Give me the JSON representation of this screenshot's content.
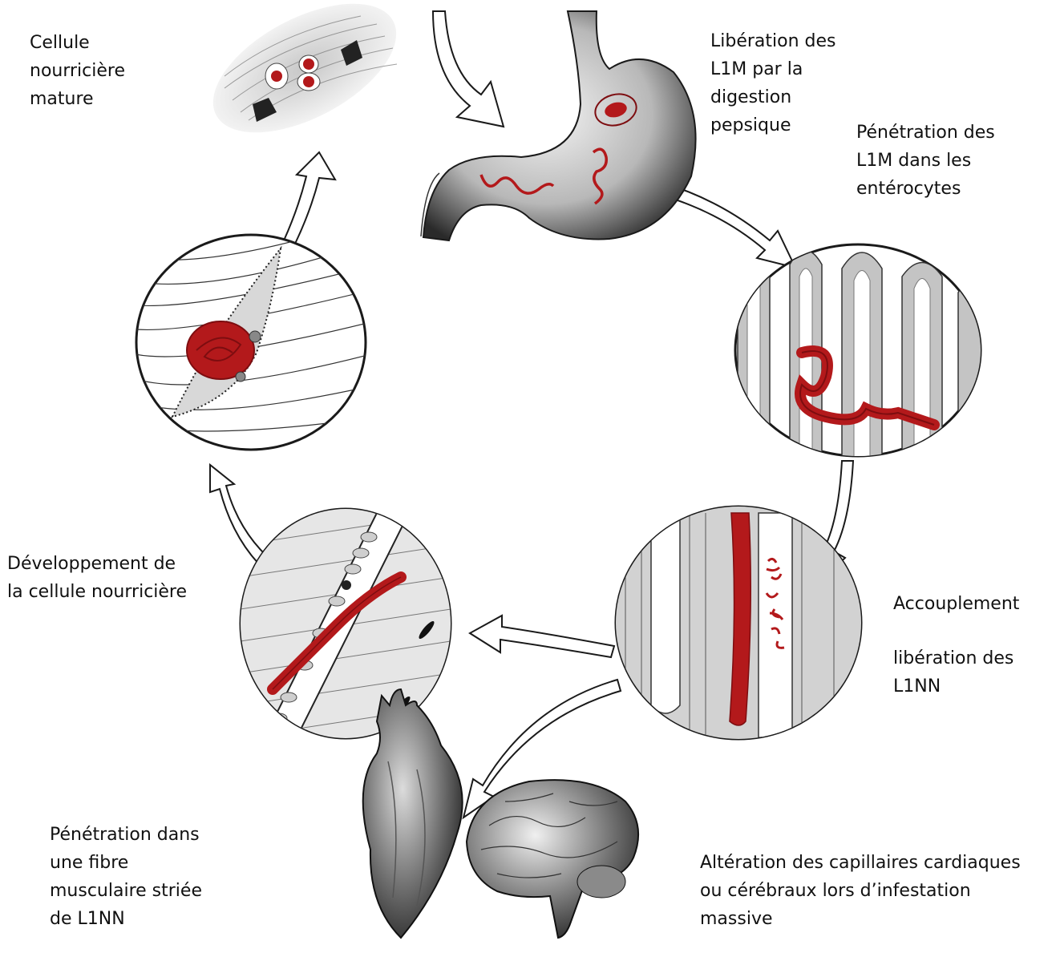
{
  "labels": {
    "mature_cell": [
      "Cellule",
      "nourricière",
      "mature"
    ],
    "liberation_l1m": [
      "Libération des",
      "L1M par la",
      "digestion",
      "pepsique"
    ],
    "penetration_enterocytes": [
      "Pénétration des",
      "L1M dans les",
      "entérocytes"
    ],
    "accouplement": "Accouplement",
    "liberation_l1nn": [
      "libération des",
      "L1NN"
    ],
    "development": [
      "Développement de",
      "la cellule nourricière"
    ],
    "penetration_fibre": [
      "Pénétration dans",
      "une fibre",
      "musculaire striée",
      "de L1NN"
    ],
    "alteration": [
      "Altération des capillaires cardiaques",
      "ou cérébraux lors d’infestation",
      "massive"
    ]
  },
  "colors": {
    "larva_red": "#b3191b",
    "larva_dark": "#7d0d10",
    "ink": "#1a1a1a",
    "tissue_grey": "#bdbdbd"
  }
}
